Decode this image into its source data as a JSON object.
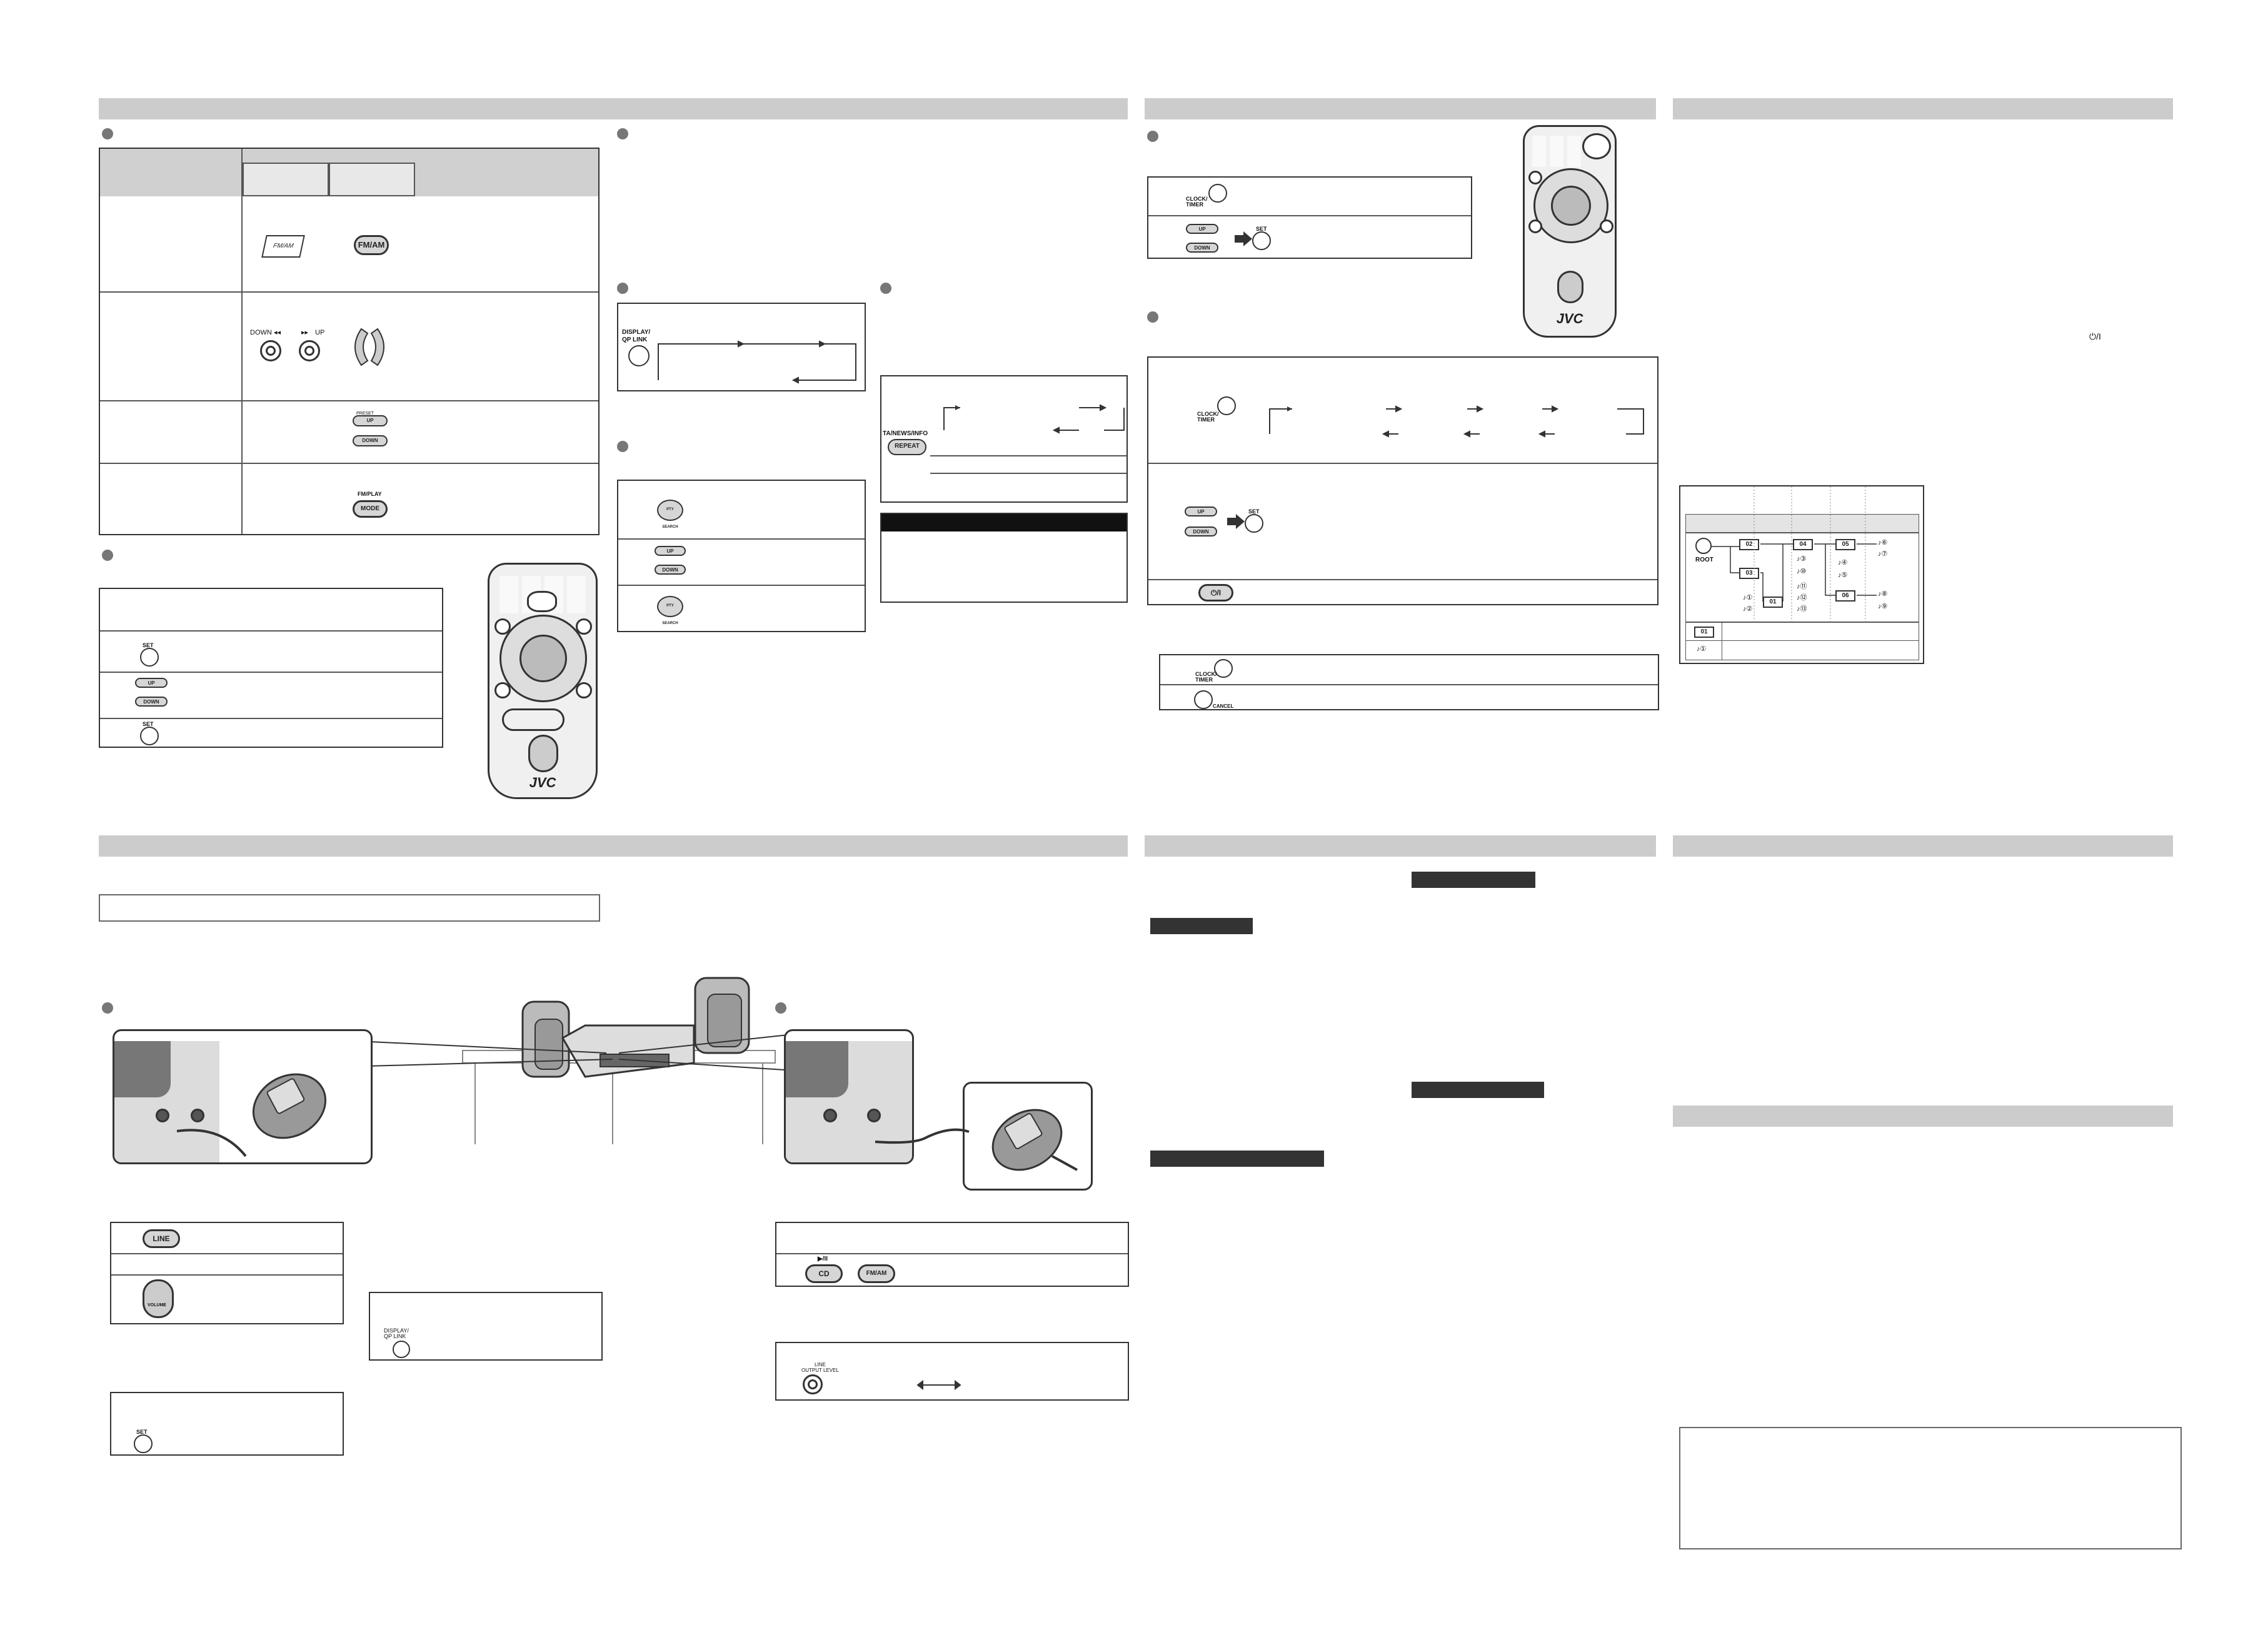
{
  "buttons": {
    "fm_am": "FM/AM",
    "fm_am_alt": "FM/AM",
    "down": "DOWN",
    "up": "UP",
    "up_small": "UP",
    "down_small": "DOWN",
    "fm_mode_top": "FM/PLAY",
    "mode": "MODE",
    "set": "SET",
    "display_qp_link": "DISPLAY/\nQP LINK",
    "ta_news_info": "TA/NEWS/INFO",
    "repeat": "REPEAT",
    "pty_search": "PTY SEARCH",
    "clock_timer": "CLOCK/\nTIMER",
    "cancel": "CANCEL",
    "line": "LINE",
    "volume": "VOLUME",
    "play_pause": "▶/II",
    "cd": "CD",
    "line_output_level": "LINE\nOUTPUT LEVEL",
    "display_qp": "DISPLAY/\nQP LINK",
    "power": "⏻/I"
  },
  "remote": {
    "brand": "JVC"
  },
  "folder_tree": {
    "root": "ROOT",
    "folders": [
      "02",
      "03",
      "04",
      "01",
      "05",
      "06"
    ],
    "tracks": [
      "①",
      "②",
      "③",
      "④",
      "⑤",
      "⑥",
      "⑦",
      "⑧",
      "⑨",
      "⑩",
      "⑪",
      "⑫",
      "⑬"
    ],
    "legend_folder": "01",
    "legend_track": "①"
  },
  "misc": {
    "standby_symbol": "⏻/I"
  }
}
